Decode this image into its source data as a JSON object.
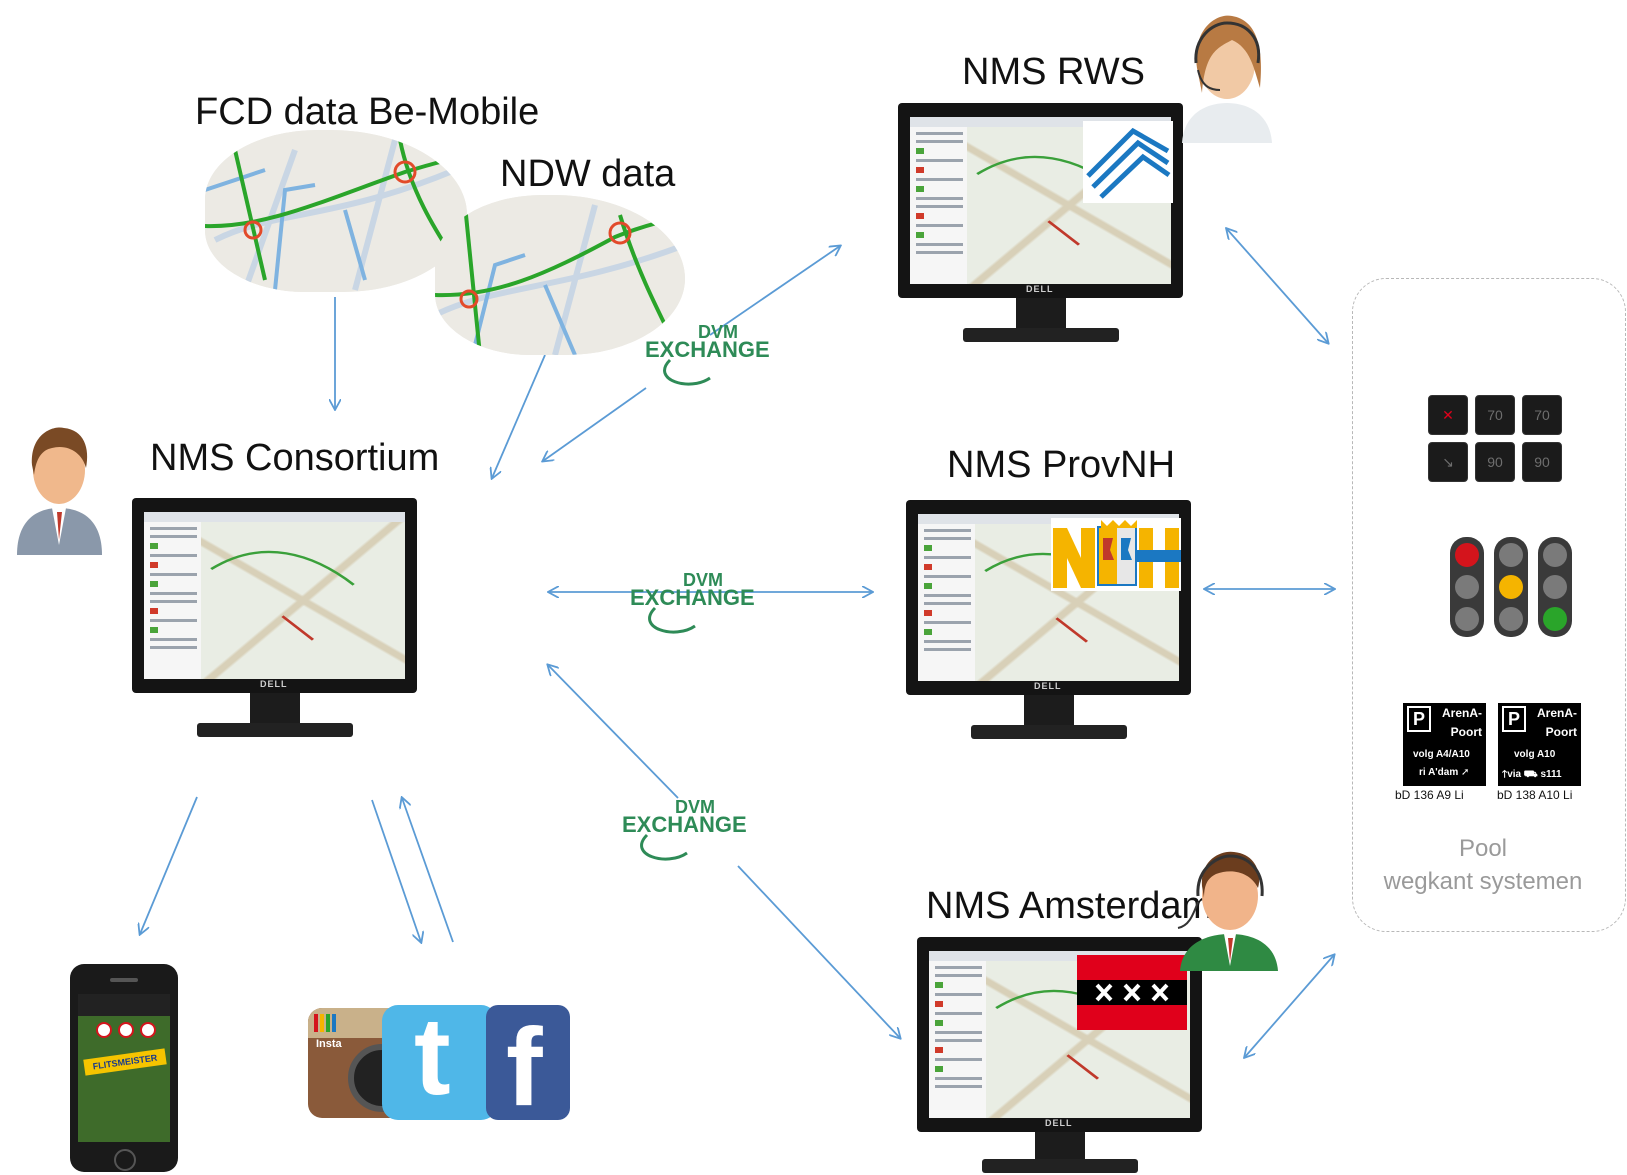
{
  "labels": {
    "fcd": "FCD data Be-Mobile",
    "ndw": "NDW data",
    "rws": "NMS RWS",
    "consortium": "NMS Consortium",
    "provnh": "NMS ProvNH",
    "amsterdam": "NMS Amsterdam"
  },
  "pool": {
    "line1": "Pool",
    "line2": "wegkant systemen"
  },
  "exchange": {
    "top": "DVM",
    "bottom": "EXCHANGE"
  },
  "matrix_signs": [
    "✕",
    "70",
    "70",
    "↘",
    "90",
    "90"
  ],
  "parking_signs": [
    {
      "p": "P",
      "name1": "ArenA-",
      "name2": "Poort",
      "route": "volg A4/A10",
      "dir": "ri A'dam ➚",
      "code": "bD 136 A9 Li"
    },
    {
      "p": "P",
      "name1": "ArenA-",
      "name2": "Poort",
      "route": "volg A10",
      "dir": "🡑via ⛟ s111",
      "code": "bD 138 A10 Li"
    }
  ],
  "phone_app": "FLITSMEISTER",
  "monitor_brand": "DELL",
  "social": [
    "Insta",
    "t",
    "f"
  ],
  "colors": {
    "arrow": "#5b9bd5",
    "exchange_green": "#2e8b57",
    "traffic_green": "#2aa52a",
    "rws_blue": "#1b78c2",
    "nh_yellow": "#f5b400",
    "ams_red": "#e0001b"
  }
}
